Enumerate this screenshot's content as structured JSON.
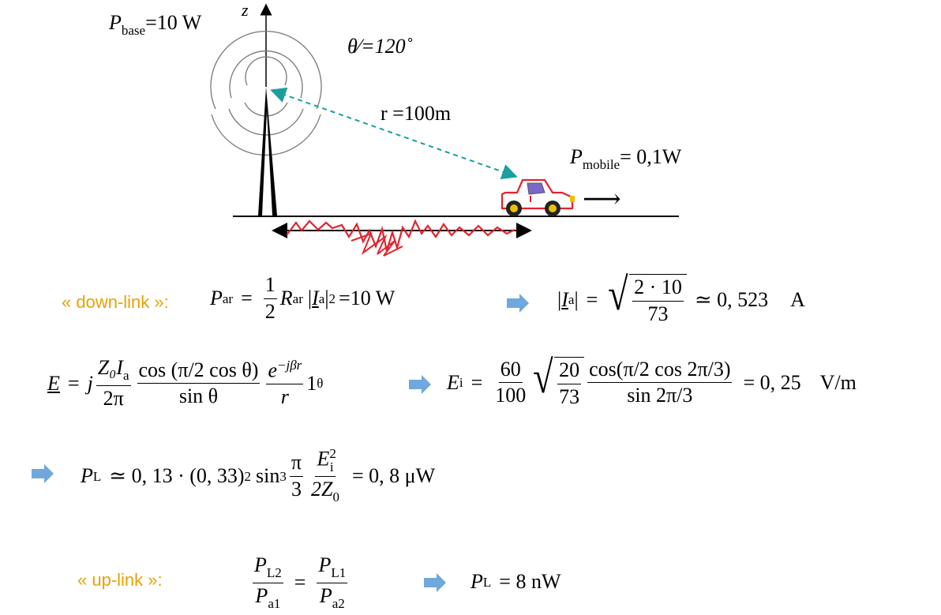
{
  "diagram": {
    "axis_label": "z",
    "p_base": {
      "symbol": "P",
      "sub": "base",
      "value": "=10 W"
    },
    "theta": {
      "text": "θ⁄=120˚"
    },
    "distance": {
      "text": "r =100m"
    },
    "p_mobile": {
      "symbol": "P",
      "sub": "mobile",
      "value": "= 0,1W"
    },
    "car_arrow": "⟶"
  },
  "equations": {
    "downlink": {
      "label": "« down-link »:",
      "lhs": "P",
      "lhs_sub": "ar",
      "eq": "=",
      "half_num": "1",
      "half_den": "2",
      "R": "R",
      "R_sub": "ar",
      "abs_open": "|",
      "I": "I",
      "I_sub": "a",
      "abs_close": "|",
      "sq": "2",
      "result": "=10 W",
      "ia_lhs_open": "|",
      "ia_I": "I",
      "ia_sub": "a",
      "ia_close": "|",
      "ia_eq": "=",
      "root_num": "2 · 10",
      "root_den": "73",
      "approx": "≃ 0, 523",
      "unit": "A"
    },
    "field": {
      "E": "E",
      "eq": "=",
      "j": "j",
      "num": "Z₀I",
      "num_sub": "a",
      "den": "2π",
      "cos_num": "cos (π/2 cos θ)",
      "cos_den": "sin θ",
      "exp_num": "e",
      "exp_sup": "−jβr",
      "exp_den": "r",
      "unitvec": "1",
      "unitvec_sub": "θ",
      "Ei": "E",
      "Ei_sub": "i",
      "Ei_eq": "=",
      "f1_num": "60",
      "f1_den": "100",
      "f2_num": "20",
      "f2_den": "73",
      "f3_num": "cos(π/2 cos 2π/3)",
      "f3_den": "sin 2π/3",
      "result": "= 0, 25",
      "unit": "V/m"
    },
    "pl": {
      "lhs": "P",
      "lhs_sub": "L",
      "expr": "≃ 0, 13 · (0, 33)",
      "sq": "2",
      "sin": "sin",
      "cube": "3",
      "pi_num": "π",
      "pi_den": "3",
      "e_num": "E",
      "e_num_sup": "2",
      "e_num_sub": "i",
      "e_den": "2Z",
      "e_den_sub": "0",
      "result": "= 0, 8 μW"
    },
    "uplink": {
      "label": "« up-link »:",
      "f1_num": "P",
      "f1_num_sub": "L2",
      "f1_den": "P",
      "f1_den_sub": "a1",
      "eq": "=",
      "f2_num": "P",
      "f2_num_sub": "L1",
      "f2_den": "P",
      "f2_den_sub": "a2",
      "res_lhs": "P",
      "res_sub": "L",
      "result": "= 8 nW"
    }
  },
  "colors": {
    "accent_arrow": "#6fa8dc",
    "label_orange": "#e6a200",
    "dashed_line": "#1a9e9e",
    "ground_wave": "#e0242f",
    "car_body": "#e0242f",
    "car_window": "#7b68c8"
  }
}
